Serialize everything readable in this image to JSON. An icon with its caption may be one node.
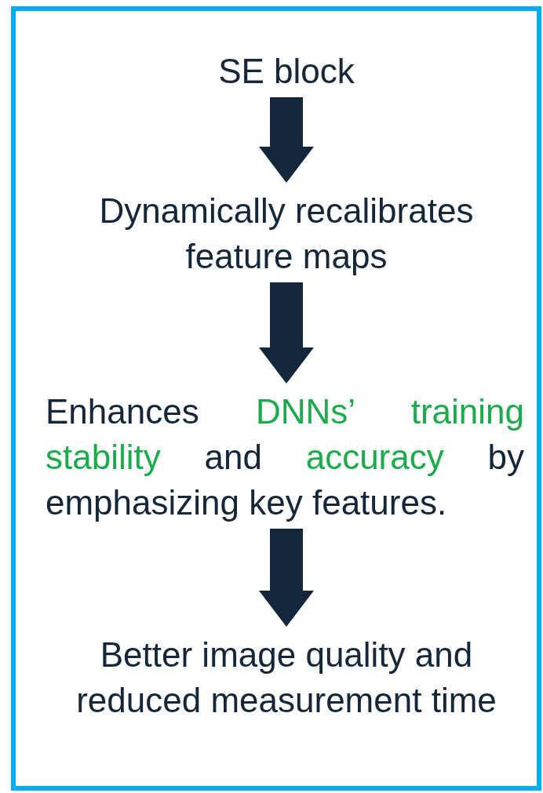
{
  "diagram": {
    "nodes": [
      {
        "text": [],
        "shape": "box"
      },
      {
        "text": [
          "SE block"
        ],
        "in": 0
      },
      {
        "text": [
          "Dynamically recalibrates feature maps"
        ],
        "in": 0
      },
      {
        "text": [
          "Enhances *DNNs’ training stability* and *accuracy* by emphasizing key features."
        ],
        "in": 0
      },
      {
        "text": [
          "Better image quality and reduced measurement time"
        ],
        "in": 0
      }
    ],
    "edges": [
      {
        "from": 1,
        "to": 2,
        "arrow": "to"
      },
      {
        "from": 2,
        "to": 3,
        "arrow": "to"
      },
      {
        "from": 3,
        "to": 4,
        "arrow": "to"
      }
    ]
  }
}
